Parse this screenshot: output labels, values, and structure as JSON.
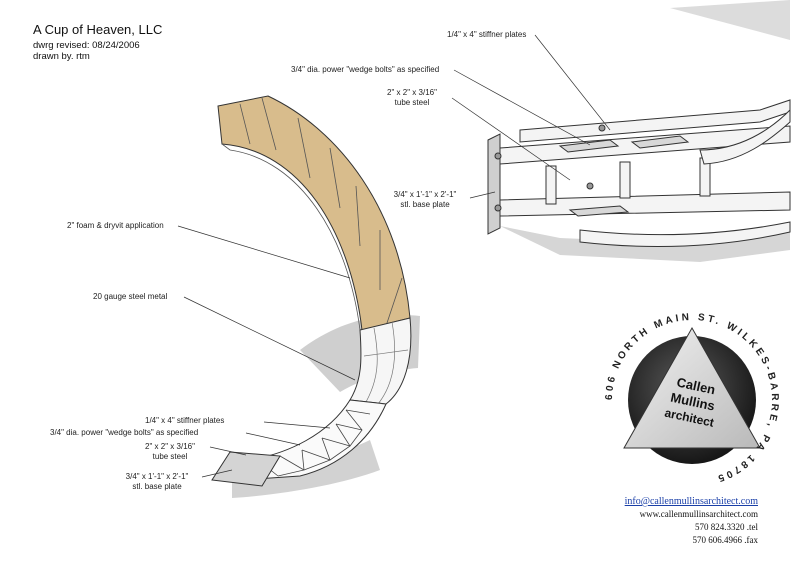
{
  "header": {
    "title": "A Cup of Heaven, LLC",
    "revised": "dwrg revised: 08/24/2006",
    "drawn_by": "drawn by. rtm"
  },
  "detail_labels": {
    "stiffener_plates": "1/4\" x 4\" stiffner plates",
    "wedge_bolts": "3/4\" dia. power \"wedge bolts\" as specified",
    "tube_steel_1": "2\" x 2\" x 3/16\"",
    "tube_steel_2": "tube steel",
    "base_plate_1": "3/4\" x 1'-1\" x 2'-1\"",
    "base_plate_2": "stl. base plate"
  },
  "main_labels": {
    "foam": "2\" foam & dryvit application",
    "gauge": "20 gauge steel metal",
    "stiffener_plates": "1/4\" x 4\" stiffner plates",
    "wedge_bolts": "3/4\" dia. power \"wedge bolts\" as specified",
    "tube_steel_1": "2\" x 2\" x 3/16\"",
    "tube_steel_2": "tube steel",
    "base_plate_1": "3/4\" x 1'-1\" x 2'-1\"",
    "base_plate_2": "stl. base plate"
  },
  "logo": {
    "ring_text": "606 NORTH MAIN ST. WILKES-BARRE, PA 18705",
    "line1": "Callen",
    "line2": "Mullins",
    "line3": "architect"
  },
  "contact": {
    "email": "info@callenmullinsarchitect.com",
    "web": "www.callenmullinsarchitect.com",
    "tel": "570 824.3320 .tel",
    "fax": "570 606.4966 .fax"
  }
}
